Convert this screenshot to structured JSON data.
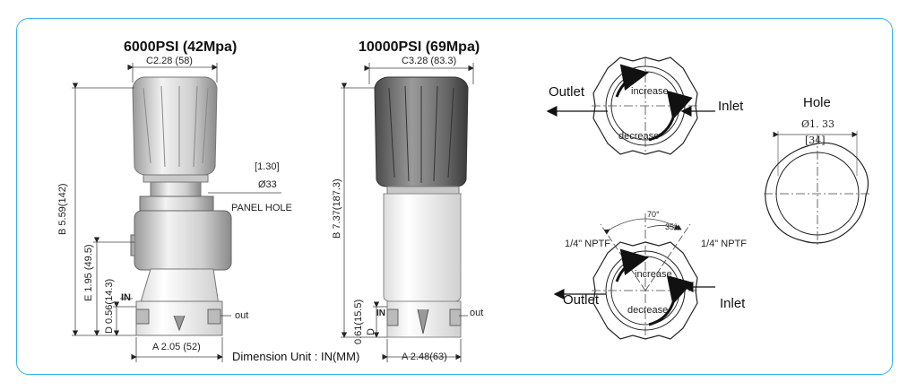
{
  "left_title": "6000PSI (42Mpa)",
  "middle_title": "10000PSI (69Mpa)",
  "left": {
    "dim_c": "C2.28 (58)",
    "dim_b": "B 5.59(142)",
    "dim_e": "E 1.95 (49.5)",
    "dim_d": "D 0.56(14.3)",
    "dim_a": "A 2.05 (52)",
    "panel_hole_1": "1.30",
    "panel_hole_2": "Ø33",
    "panel_hole_label": "PANEL HOLE",
    "in_label": "IN",
    "out_label": "out"
  },
  "middle": {
    "dim_c": "C3.28 (83.3)",
    "dim_b": "B 7.37(187.3)",
    "dim_d": "0.61(15.5)",
    "dim_d_letter": "D",
    "dim_a": "A 2.48(63)",
    "in_label": "IN",
    "out_label": "out"
  },
  "dimension_unit": "Dimension Unit : IN(MM)",
  "top_knob": {
    "outlet": "Outlet",
    "inlet": "Inlet",
    "increase": "increase",
    "decrease": "decrease"
  },
  "bottom_knob": {
    "outlet": "Outlet",
    "inlet": "Inlet",
    "increase": "increase",
    "decrease": "decrease",
    "port_left": "1/4\" NPTF",
    "port_right": "1/4\" NPTF",
    "angle_total": "70°",
    "angle_half": "35°"
  },
  "hole": {
    "title": "Hole",
    "dim_in": "Ø1. 33",
    "dim_mm": "[34]"
  }
}
